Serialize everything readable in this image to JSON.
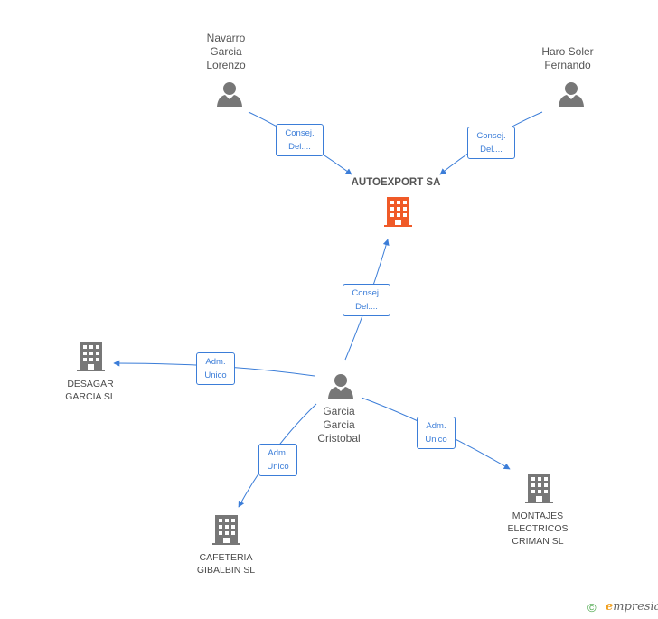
{
  "colors": {
    "edge": "#3b7dd8",
    "person": "#777777",
    "company": "#777777",
    "main_company": "#f05a28"
  },
  "nodes": {
    "main": {
      "name": "AUTOEXPORT SA",
      "icon": "building-icon"
    },
    "navarro": {
      "name": "Navarro\nGarcia\nLorenzo",
      "icon": "person-icon"
    },
    "haro": {
      "name": "Haro Soler\nFernando",
      "icon": "person-icon"
    },
    "garcia": {
      "name": "Garcia\nGarcia\nCristobal",
      "icon": "person-icon"
    },
    "desagar": {
      "name": "DESAGAR\nGARCIA SL",
      "icon": "building-icon"
    },
    "cafeteria": {
      "name": "CAFETERIA\nGIBALBIN SL",
      "icon": "building-icon"
    },
    "montajes": {
      "name": "MONTAJES\nELECTRICOS\nCRIMAN SL",
      "icon": "building-icon"
    }
  },
  "edges": {
    "navarro_main": "Consej.\nDel....",
    "haro_main": "Consej.\nDel....",
    "garcia_main": "Consej.\nDel....",
    "garcia_desagar": "Adm.\nUnico",
    "garcia_cafeteria": "Adm.\nUnico",
    "garcia_montajes": "Adm.\nUnico"
  },
  "footer": {
    "copyright": "©",
    "brand_initial": "e",
    "brand_rest": "mpresia"
  }
}
